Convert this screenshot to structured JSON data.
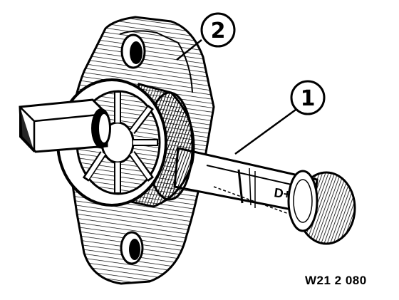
{
  "figure": {
    "callouts": [
      {
        "id": "1",
        "label": "1"
      },
      {
        "id": "2",
        "label": "2"
      }
    ],
    "shaft_marking": "D+E",
    "reference_code": "W21 2 080"
  },
  "colors": {
    "ink": "#000000",
    "paper": "#ffffff"
  }
}
